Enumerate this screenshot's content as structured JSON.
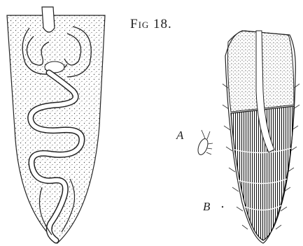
{
  "figure": {
    "title_word": "Fig",
    "title_number": "18.",
    "label_a": "A",
    "label_b": "B"
  },
  "colors": {
    "ink": "#222222",
    "stipple": "#555555",
    "paper": "#ffffff",
    "dark_band": "#2a2a2a"
  },
  "icons": {
    "left_specimen": "coiled-tube-specimen-illustration",
    "right_specimen": "segmented-cone-specimen-illustration",
    "small_organism": "small-larva-illustration"
  }
}
